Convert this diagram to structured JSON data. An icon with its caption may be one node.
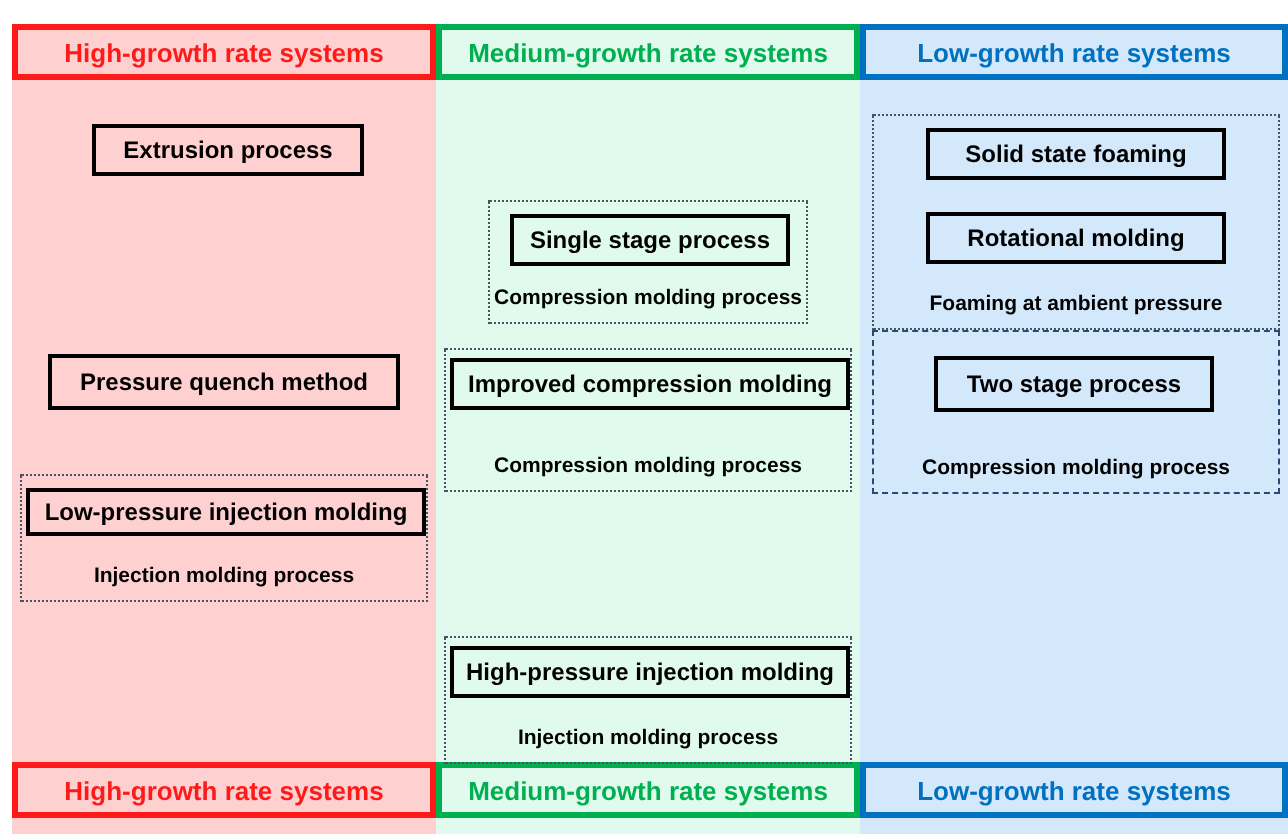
{
  "diagram": {
    "nodes": [
      {
        "text": [
          "High-growth rate systems",
          "High-growth rate systems"
        ]
      },
      {
        "text": [
          "Extrusion process"
        ],
        "in": 0
      },
      {
        "text": [
          "Pressure quench method"
        ],
        "in": 0
      },
      {
        "text": [
          "Injection molding process"
        ],
        "in": 0
      },
      {
        "text": [
          "Low-pressure injection molding"
        ],
        "in": 3
      },
      {
        "text": [
          "Medium-growth rate systems",
          "Medium-growth rate systems"
        ]
      },
      {
        "text": [
          "Compression molding process"
        ],
        "in": 5
      },
      {
        "text": [
          "Single stage process"
        ],
        "in": 6
      },
      {
        "text": [
          "Compression molding process"
        ],
        "in": 5
      },
      {
        "text": [
          "Improved compression molding"
        ],
        "in": 8
      },
      {
        "text": [
          "Injection molding process"
        ],
        "in": 5
      },
      {
        "text": [
          "High-pressure injection molding"
        ],
        "in": 10
      },
      {
        "text": [
          "Low-growth rate systems",
          "Low-growth rate systems"
        ]
      },
      {
        "text": [
          "Foaming at ambient pressure"
        ],
        "in": 12
      },
      {
        "text": [
          "Solid state foaming"
        ],
        "in": 13
      },
      {
        "text": [
          "Rotational molding"
        ],
        "in": 13
      },
      {
        "text": [
          "Compression molding process"
        ],
        "in": 12
      },
      {
        "text": [
          "Two stage process"
        ],
        "in": 16
      }
    ],
    "edges": []
  }
}
